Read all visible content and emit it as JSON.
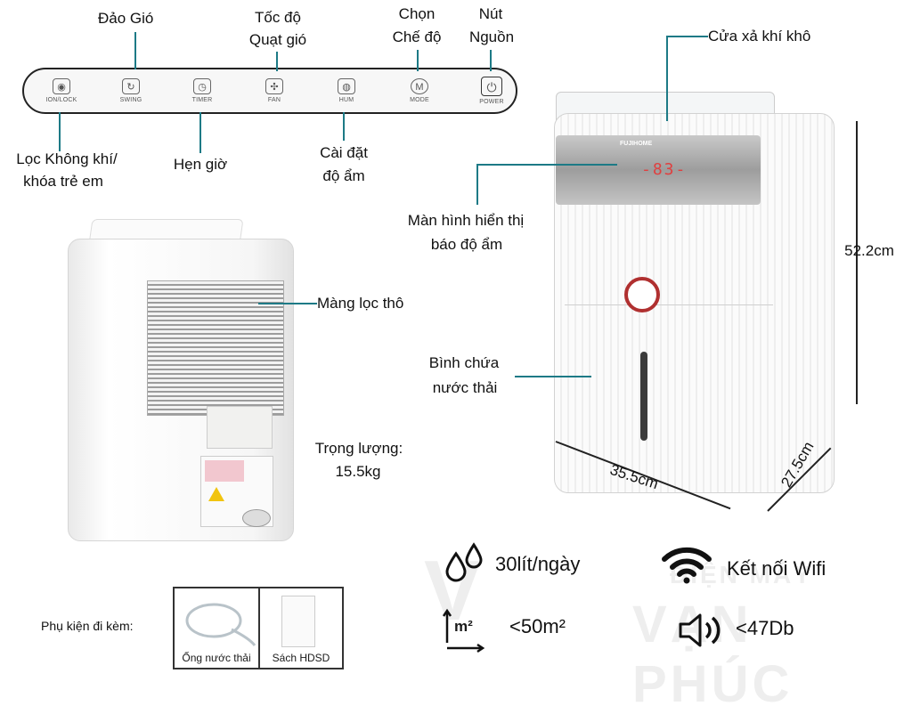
{
  "panel_labels": {
    "dao_gio": "Đảo Gió",
    "toc_do_1": "Tốc độ",
    "toc_do_2": "Quạt gió",
    "chon_1": "Chọn",
    "chon_2": "Chế độ",
    "nut_1": "Nút",
    "nut_2": "Nguồn",
    "loc_1": "Lọc Không khí/",
    "loc_2": "khóa trẻ em",
    "hen_gio": "Hẹn giờ",
    "cai_dat_1": "Cài đặt",
    "cai_dat_2": "độ ẩm"
  },
  "panel_buttons": [
    {
      "icon": "ion-lock-icon",
      "glyph": "◉",
      "caption": "ION/LOCK"
    },
    {
      "icon": "swing-icon",
      "glyph": "↻",
      "caption": "SWING"
    },
    {
      "icon": "timer-icon",
      "glyph": "◷",
      "caption": "TIMER"
    },
    {
      "icon": "fan-icon",
      "glyph": "✣",
      "caption": "FAN"
    },
    {
      "icon": "humidity-icon",
      "glyph": "◍",
      "caption": "HUM"
    },
    {
      "icon": "mode-icon",
      "glyph": "M",
      "caption": "MODE"
    },
    {
      "icon": "power-icon",
      "glyph": "⏻",
      "caption": "POWER"
    }
  ],
  "product_labels": {
    "cua_xa": "Cửa xả khí khô",
    "man_hinh_1": "Màn hình hiển thị",
    "man_hinh_2": "báo độ ẩm",
    "mang_loc": "Màng lọc thô",
    "binh_1": "Bình chứa",
    "binh_2": "nước thải",
    "trong_luong_1": "Trọng lượng:",
    "trong_luong_2": "15.5kg"
  },
  "device": {
    "brand": "FUJIHOME",
    "display": "-83-"
  },
  "dimensions": {
    "height": "52.2cm",
    "width": "35.5cm",
    "depth": "27.5cm"
  },
  "accessories": {
    "title": "Phụ kiện đi kèm:",
    "items": [
      "Ống nước thải",
      "Sách HDSD"
    ]
  },
  "specs": {
    "capacity": "30lít/ngày",
    "wifi": "Kết nối Wifi",
    "area_icon": "m²",
    "area": "<50m²",
    "noise": "<47Db"
  },
  "watermark": {
    "line1": "ĐIỆN MÁY",
    "line2": "VẠN PHÚC"
  },
  "colors": {
    "leader_line": "#1d7a86",
    "display_red": "#e04040"
  }
}
